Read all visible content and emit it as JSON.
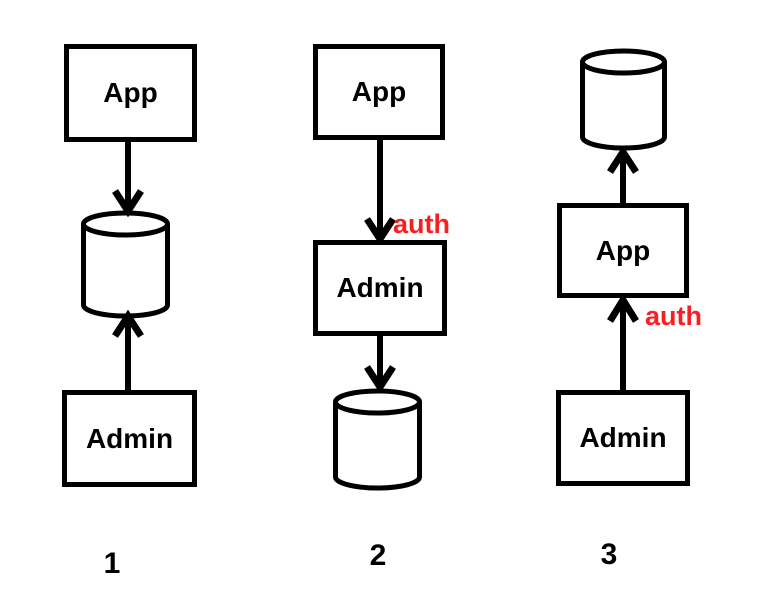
{
  "colors": {
    "background": "#ffffff",
    "line": "#000000",
    "auth_text": "#f81f23"
  },
  "symbols": {
    "database_icon": "cylinder-shape",
    "arrow_icon": "thick-line-with-chevron-head"
  },
  "diagrams": [
    {
      "number": "1",
      "app_label": "App",
      "admin_label": "Admin",
      "flows": [
        "App -> database",
        "Admin -> database"
      ]
    },
    {
      "number": "2",
      "app_label": "App",
      "admin_label": "Admin",
      "auth_label": "auth",
      "flows": [
        "App -> Admin (auth)",
        "Admin -> database"
      ]
    },
    {
      "number": "3",
      "app_label": "App",
      "admin_label": "Admin",
      "auth_label": "auth",
      "flows": [
        "Admin -> App (auth)",
        "App -> database"
      ]
    }
  ]
}
